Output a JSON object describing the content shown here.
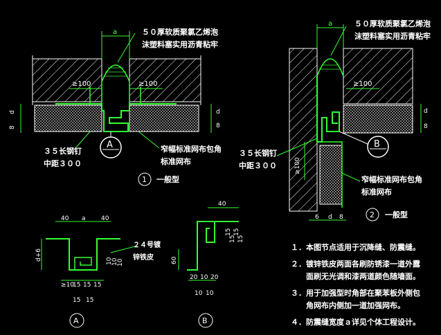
{
  "colors": {
    "background": "#000000",
    "structure": "#ffffff",
    "metal": "#33ff33",
    "insulation_fill": "#d8d8d8"
  },
  "detail_1": {
    "note_foam_line1": "５０厚软质聚氯乙烯泡",
    "note_foam_line2": "沫塑料塞实用沥青粘牢",
    "dim_a": "a",
    "dim_100_left": "≥100",
    "dim_100_right": "≥100",
    "dim_d_left": "d",
    "dim_8_left": "8",
    "dim_d_right": "d",
    "dim_8_right": "8",
    "nail_line1": "３５长钢钉",
    "nail_line2": "中距３００",
    "mesh_line1": "窄幅标准网布包角",
    "mesh_line2": "标准网布",
    "callout_letter": "A",
    "index_number": "1",
    "caption": "一般型"
  },
  "detail_2": {
    "note_foam_line1": "５０厚软质聚氯乙烯泡",
    "note_foam_line2": "沫塑料塞实用沥青粘牢",
    "dim_a": "a",
    "dim_100_top": "≥100",
    "dim_100_side": "≥100",
    "dim_d": "d",
    "dim_8": "8",
    "dim_bottom_6": "6",
    "dim_bottom_d": "d",
    "dim_bottom_8": "8",
    "nail_line1": "３５长钢钉",
    "nail_line2": "中距３００",
    "mesh_line1": "窄幅标准网布包角",
    "mesh_line2": "标准网布",
    "callout_letter": "B",
    "index_number": "2",
    "caption": "一般型"
  },
  "detail_A": {
    "dim_40_left": "40",
    "dim_a": "a",
    "dim_40_right": "40",
    "dim_dplus6": "d+6",
    "dim_10_a": "10",
    "dim_10_b": "10",
    "dim_10_c": "10",
    "bottom_row1": [
      "≥10",
      "15",
      "15",
      "15"
    ],
    "bottom_row2": [
      "15",
      "15"
    ],
    "sheet_line1": "２４号镀",
    "sheet_line2": "锌铁皮",
    "label": "A"
  },
  "detail_B": {
    "dim_40": "40",
    "right_dims": [
      "15",
      "15",
      "15",
      "15"
    ],
    "dim_60": "60",
    "bottom_row1": [
      "20",
      "10",
      "20"
    ],
    "bottom_row2": [
      "10",
      "10"
    ],
    "label": "B"
  },
  "notes": [
    "１．本图节点适用于沉降缝、防震缝。",
    "２．镀锌铁皮两面各刷防锈漆一道外露",
    "　　面刷无光调和漆两道颜色随墙面。",
    "３．用于加强型时角部在聚苯板外侧包",
    "　　角网布内侧加一道加强网布。",
    "４．防震缝宽度ａ详见个体工程设计。"
  ]
}
